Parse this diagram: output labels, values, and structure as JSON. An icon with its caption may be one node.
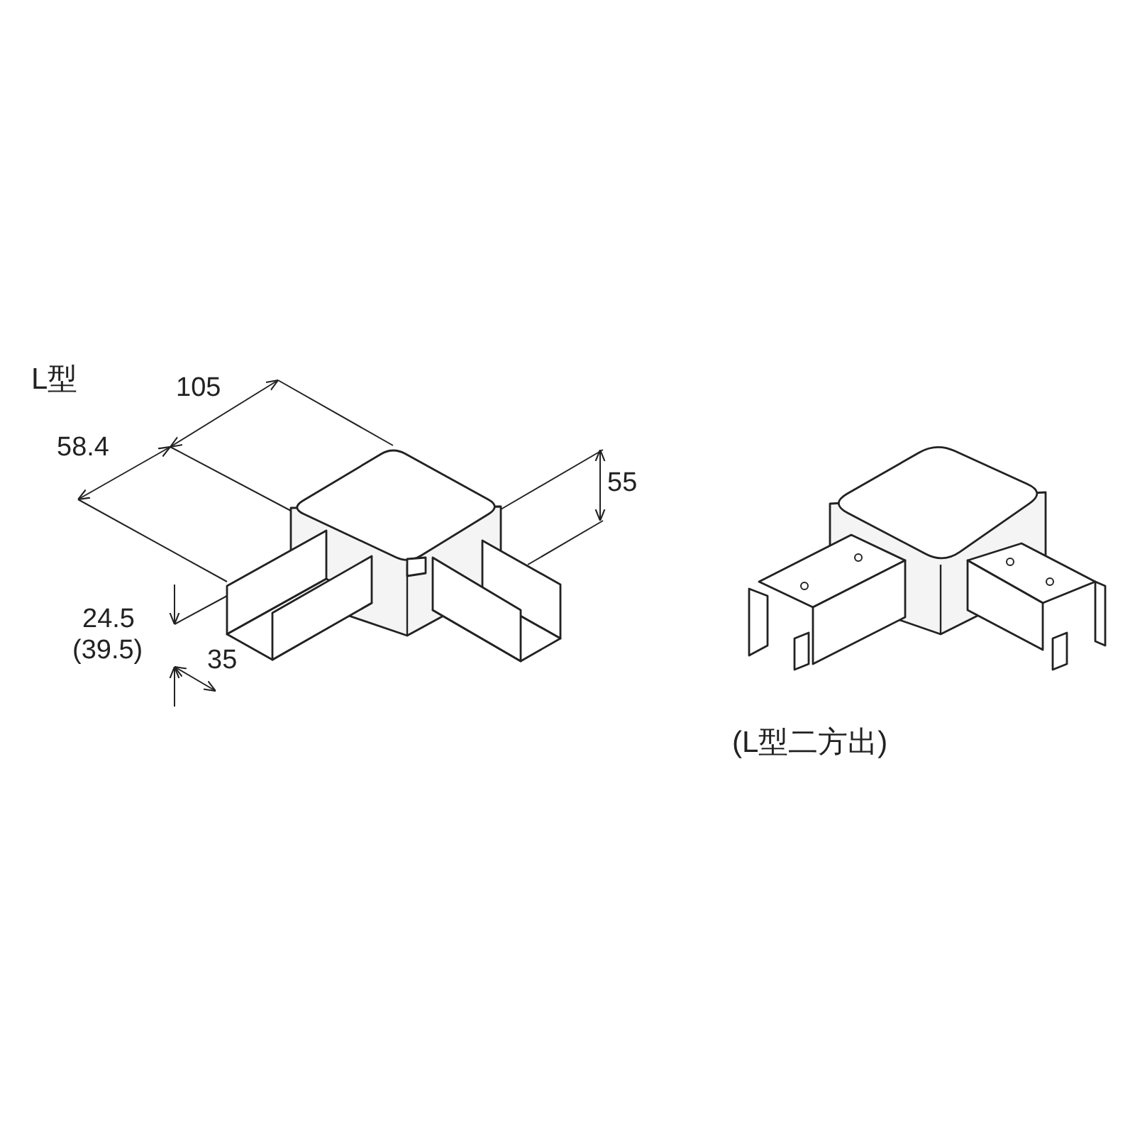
{
  "diagram": {
    "title": "L型",
    "caption": "(L型二方出)",
    "labels": [
      "105",
      "58.4",
      "55",
      "24.5",
      "(39.5)",
      "35"
    ]
  }
}
